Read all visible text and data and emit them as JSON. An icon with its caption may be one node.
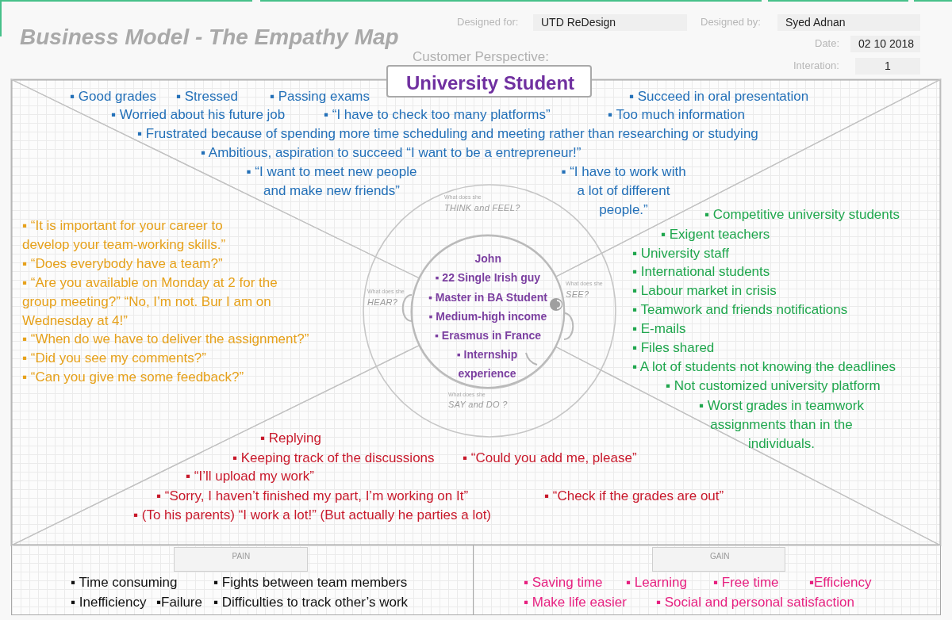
{
  "diagram": {
    "title": "Business Model - The Empathy Map",
    "nodes": [
      {
        "text": [
          "University Student"
        ]
      },
      {
        "text": [],
        "shape": "box"
      },
      {
        "text": [
          "▪ Good grades",
          "▪ Stressed",
          "▪ Passing exams",
          "▪ Succeed in oral presentation",
          "▪ Worried about his future job",
          "▪ “I have to check too many platforms”",
          "▪ Too much information",
          "▪ Frustrated because of spending more time scheduling and meeting rather than researching or studying",
          "▪ Ambitious, aspiration to succeed “I want to be a entrepreneur!”",
          "▪ “I want to meet new people and make new friends”",
          "▪ “I have to work with a lot of different people.”"
        ],
        "in": 1
      },
      {
        "text": [
          "▪ “It is important for your career to develop your team-working skills.”",
          "▪ “Does everybody have a team?”",
          "▪ “Are you available on Monday at 2 for the group meeting?” “No, I’m not. Bur I am on Wednesday at 4!”",
          "▪ “When do we have to deliver the assignment?”",
          "▪ “Did you see my comments?”",
          "▪ “Can you give me some feedback?”"
        ],
        "in": 1
      },
      {
        "text": [
          "▪ Competitive university students",
          "▪ Exigent teachers",
          "▪ University staff",
          "▪ International students",
          "▪ Labour market in crisis",
          "▪ Teamwork and friends notifications",
          "▪ E-mails",
          "▪ Files shared",
          "▪ A lot of students not knowing the deadlines",
          "▪ Not customized university platform",
          "▪ Worst grades in teamwork assignments than in the individuals."
        ],
        "in": 1
      },
      {
        "text": [
          "▪ Replying",
          "▪ Keeping track of the discussions",
          "▪ “Could you add me, please”",
          "▪ “I’ll upload my work”",
          "▪ “Sorry, I haven’t finished my part, I’m working on It”",
          "▪ “Check if the grades are out”",
          "▪ (To his parents) “I work a lot!” (But actually he parties a lot)"
        ],
        "in": 1
      },
      {
        "text": [
          "What does she",
          "THINK and FEEL?",
          "What does she",
          "HEAR?",
          "What does she",
          "SEE?",
          "What does she",
          "SAY and DO ?"
        ],
        "in": 1
      },
      {
        "text": [
          "John",
          "▪ 22 Single Irish guy",
          "▪ Master in BA Student",
          "▪ Medium-high income",
          "▪ Erasmus in France",
          "▪ Internship experience"
        ],
        "in": 6
      },
      {
        "text": [
          "▪ Time consuming",
          "▪ Fights between team members",
          "▪ Inefficiency",
          "▪Failure",
          "▪ Difficulties to track other’s work"
        ]
      },
      {
        "text": [
          "PAIN"
        ],
        "in": 8
      },
      {
        "text": [
          "▪ Saving time",
          "▪ Learning",
          "▪ Free time",
          "▪Efficiency",
          "▪ Make life easier",
          "▪ Social and personal satisfaction"
        ]
      },
      {
        "text": [
          "GAIN"
        ],
        "in": 10
      }
    ],
    "labels": [
      "Designed for:",
      "UTD ReDesign",
      "Designed by:",
      "Syed Adnan",
      "Date:",
      "02 10 2018",
      "Customer Perspective:",
      "Interation:",
      "1"
    ]
  }
}
